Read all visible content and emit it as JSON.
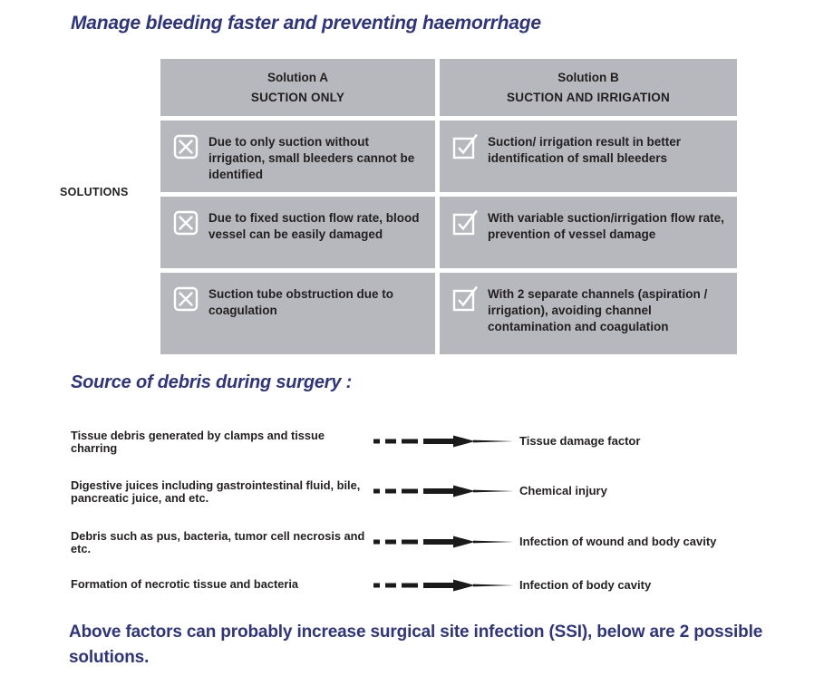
{
  "headings": {
    "main": "Manage bleeding faster and preventing haemorrhage",
    "sub": "Source of debris during surgery :",
    "closing": "Above factors can probably increase surgical site infection (SSI), below are 2 possible solutions."
  },
  "axis": {
    "solutions_label": "SOLUTIONS"
  },
  "colors": {
    "heading_blue": "#2e3480",
    "cell_grey": "#b6b8bd",
    "body_text": "#231f20",
    "mark_white": "#ffffff"
  },
  "table": {
    "columns": [
      {
        "id": "solution-a",
        "title": "Solution A",
        "subtitle": "SUCTION ONLY",
        "mark_icon": "x-box-icon",
        "cells": [
          "Due to only suction without irrigation, small bleeders cannot be identified",
          "Due to fixed suction flow rate, blood vessel can be easily damaged",
          "Suction tube obstruction due to coagulation"
        ]
      },
      {
        "id": "solution-b",
        "title": "Solution B",
        "subtitle": "SUCTION AND IRRIGATION",
        "mark_icon": "check-box-icon",
        "cells": [
          "Suction/ irrigation result in better identification of small bleeders",
          "With variable suction/irrigation flow rate, prevention of vessel damage",
          "With 2 separate channels (aspiration / irrigation), avoiding channel contamination and coagulation"
        ]
      }
    ]
  },
  "debris": {
    "arrow_icon": "dashed-tapered-arrow-icon",
    "rows": [
      {
        "source": "Tissue debris generated by clamps and tissue charring",
        "result": "Tissue damage factor"
      },
      {
        "source": "Digestive juices including gastrointestinal fluid, bile, pancreatic juice, and etc.",
        "result": "Chemical injury"
      },
      {
        "source": "Debris such as pus, bacteria, tumor cell necrosis and etc.",
        "result": "Infection of  wound and body cavity"
      },
      {
        "source": "Formation of necrotic tissue and bacteria",
        "result": "Infection of  body cavity"
      }
    ]
  }
}
